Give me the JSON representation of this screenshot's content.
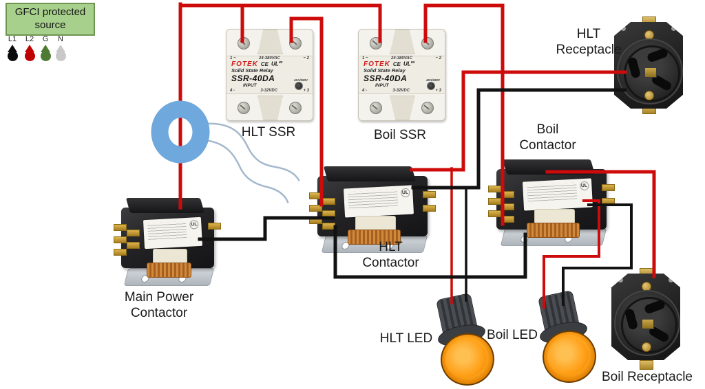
{
  "source_box": {
    "line1": "GFCI protected",
    "line2": "source",
    "fill": "#a8d08d"
  },
  "legend": {
    "pins": [
      {
        "label": "L1",
        "color": "#0a0a0a"
      },
      {
        "label": "L2",
        "color": "#c00000"
      },
      {
        "label": "G",
        "color": "#4e7a34"
      },
      {
        "label": "N",
        "color": "#c8c8c8"
      }
    ]
  },
  "wires": {
    "hot_color": "#ce0b0b",
    "neutral_color": "#121212",
    "sensor_color": "#a3b8cc",
    "toroid_color": "#6fa8dc"
  },
  "ssr": {
    "top_left": "1 ~",
    "ac_rating": "24-380VAC",
    "top_right": "~ 2",
    "brand": "FOTEK",
    "ce_mark": "CE",
    "ul_mark": "UL",
    "ul_suffix": "us",
    "product_type": "Solid State Relay",
    "model": "SSR-40DA",
    "load_rating": "40A/250V",
    "input_label": "INPUT",
    "bottom_left": "4 -",
    "dc_rating": "3-32VDC",
    "bottom_right": "+ 3"
  },
  "contactor": {
    "ul_mark": "UL"
  },
  "labels": {
    "hlt_ssr": "HLT SSR",
    "boil_ssr": "Boil SSR",
    "hlt_receptacle_1": "HLT",
    "hlt_receptacle_2": "Receptacle",
    "boil_contactor_1": "Boil",
    "boil_contactor_2": "Contactor",
    "hlt_contactor_1": "HLT",
    "hlt_contactor_2": "Contactor",
    "main_contactor_1": "Main Power",
    "main_contactor_2": "Contactor",
    "hlt_led": "HLT LED",
    "boil_led": "Boil LED",
    "boil_receptacle": "Boil Receptacle"
  }
}
